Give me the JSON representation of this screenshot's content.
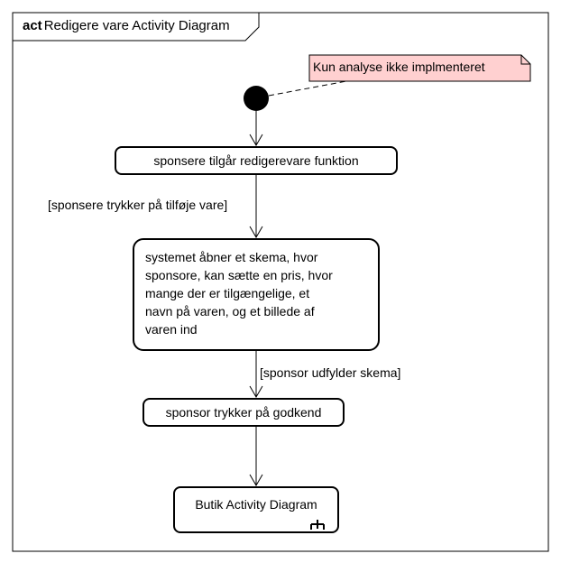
{
  "frame": {
    "keyword": "act",
    "title": "Redigere vare Activity Diagram"
  },
  "note": {
    "text": "Kun analyse ikke implmenteret",
    "fill": "#ffd0d0"
  },
  "nodes": {
    "start": "",
    "action_1": "sponsere tilgår redigerevare funktion",
    "action_2_lines": [
      "systemet åbner et skema, hvor",
      "sponsore, kan sætte en pris, hvor",
      "mange der er tilgængelige, et",
      "navn på varen, og et billede af",
      "varen ind"
    ],
    "action_3": "sponsor trykker på godkend",
    "call_behavior": "Butik Activity Diagram"
  },
  "guards": {
    "guard_1": "[sponsere trykker på tilføje vare]",
    "guard_2": "[sponsor udfylder skema]"
  },
  "colors": {
    "stroke": "#000000",
    "background": "#ffffff"
  }
}
